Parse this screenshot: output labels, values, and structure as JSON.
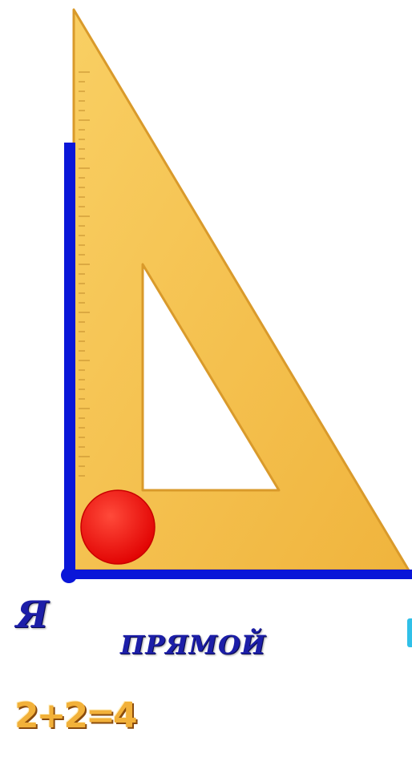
{
  "labels": {
    "vertex": "Я",
    "word": "ПРЯМОЙ",
    "math_badge": "2+2=4"
  },
  "colors": {
    "set_square": "#f5c04e",
    "set_square_edge": "#d99a2b",
    "angle_rays": "#0a16d8",
    "marker_ball": "#ff1010",
    "label": "#1c1ea8"
  },
  "icons": [
    "set-square-icon",
    "ruler-ticks-icon",
    "red-ball-icon",
    "vertex-point-icon",
    "math-badge-icon"
  ]
}
